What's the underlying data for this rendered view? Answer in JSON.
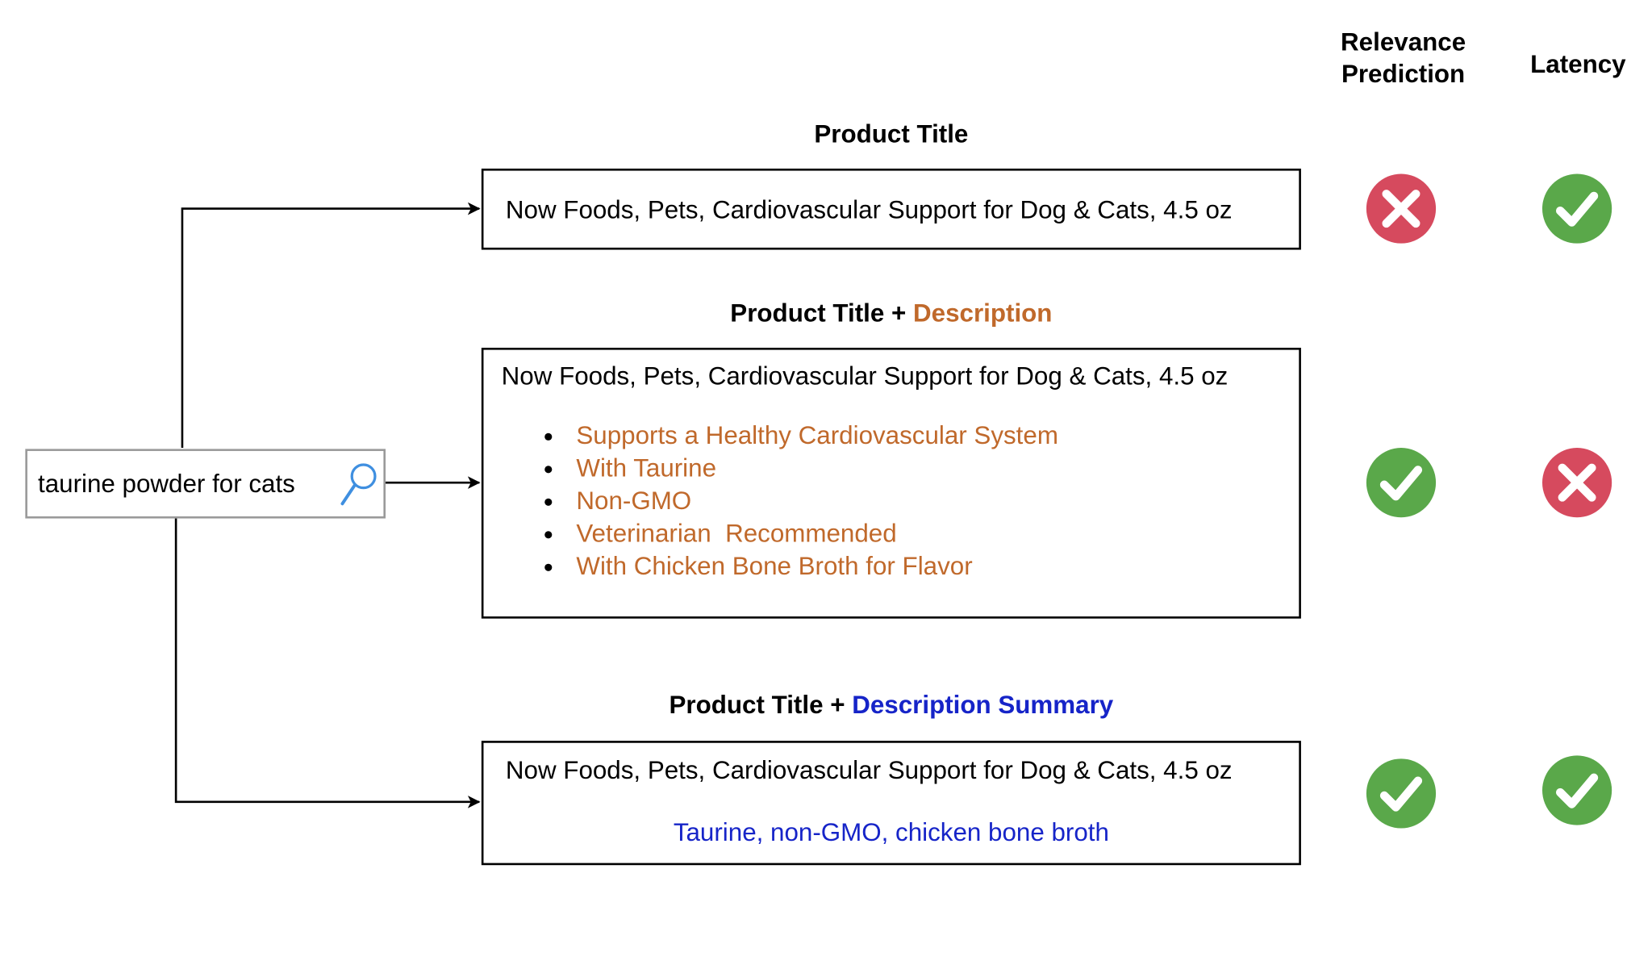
{
  "columns": {
    "relevance": "Relevance\nPrediction",
    "latency": "Latency"
  },
  "search": {
    "query": "taurine powder for cats",
    "icon": "magnifier-icon"
  },
  "sections": [
    {
      "heading_prefix": "Product Title",
      "heading_suffix": "",
      "box_title": "Now Foods, Pets, Cardiovascular Support for Dog & Cats, 4.5 oz",
      "relevance": "cross",
      "latency": "check"
    },
    {
      "heading_prefix": "Product Title + ",
      "heading_suffix": "Description",
      "box_title": "Now Foods, Pets, Cardiovascular Support for Dog & Cats, 4.5 oz",
      "bullets": [
        "Supports a Healthy Cardiovascular System",
        "With Taurine",
        "Non-GMO",
        "Veterinarian  Recommended",
        "With Chicken Bone Broth for Flavor"
      ],
      "relevance": "check",
      "latency": "cross"
    },
    {
      "heading_prefix": "Product Title + ",
      "heading_suffix": "Description Summary",
      "box_title": "Now Foods, Pets, Cardiovascular Support for Dog & Cats, 4.5 oz",
      "summary": "Taurine, non-GMO, chicken bone broth",
      "relevance": "check",
      "latency": "check"
    }
  ],
  "colors": {
    "description": "#c0692b",
    "summary": "#1624c8",
    "check": "#5aa84a",
    "cross": "#d64a5e"
  }
}
